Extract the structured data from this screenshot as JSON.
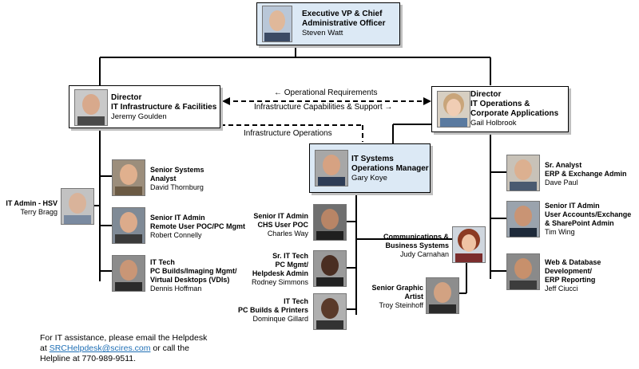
{
  "top": {
    "title1": "Executive VP & Chief",
    "title2": "Administrative Officer",
    "name": "Steven Watt"
  },
  "left_dir": {
    "title1": "Director",
    "title2": "IT Infrastructure & Facilities",
    "name": "Jeremy Goulden"
  },
  "right_dir": {
    "title1": "Director",
    "title2": "IT Operations &",
    "title3": "Corporate Applications",
    "name": "Gail Holbrook"
  },
  "center_mgr": {
    "title1": "IT Systems",
    "title2": "Operations Manager",
    "name": "Gary Koye"
  },
  "arrows": {
    "op_req": "← Operational Requirements",
    "infra_cap": "Infrastructure Capabilities & Support →",
    "infra_ops": "Infrastructure  Operations"
  },
  "left_staff": [
    {
      "t1": "Senior Systems",
      "t2": "Analyst",
      "t3": "",
      "name": "David Thornburg"
    },
    {
      "t1": "Senior IT Admin",
      "t2": "Remote User POC/PC Mgmt",
      "t3": "",
      "name": "Robert Connelly"
    },
    {
      "t1": "IT Tech",
      "t2": "PC Builds/Imaging Mgmt/",
      "t3": "Virtual Desktops (VDIs)",
      "name": "Dennis Hoffman"
    }
  ],
  "hsv": {
    "title": "IT Admin - HSV",
    "name": "Terry Bragg"
  },
  "center_staff": [
    {
      "t1": "Senior IT Admin",
      "t2": "CHS User POC",
      "t3": "",
      "name": "Charles Way"
    },
    {
      "t1": "Sr. IT Tech",
      "t2": "PC Mgmt/",
      "t3": "Helpdesk Admin",
      "name": "Rodney Simmons"
    },
    {
      "t1": "IT Tech",
      "t2": "PC Builds & Printers",
      "t3": "",
      "name": "Dominque  Gillard"
    }
  ],
  "comm": {
    "t1": "Communications &",
    "t2": "Business Systems",
    "name": "Judy Carnahan"
  },
  "graphic": {
    "t1": "Senior Graphic",
    "t2": "Artist",
    "name": "Troy Steinhoff"
  },
  "right_staff": [
    {
      "t1": "Sr. Analyst",
      "t2": "ERP  & Exchange Admin",
      "t3": "",
      "name": "Dave Paul"
    },
    {
      "t1": "Senior IT Admin",
      "t2": "User Accounts/Exchange",
      "t3": "& SharePoint Admin",
      "name": "Tim Wing"
    },
    {
      "t1": "Web & Database",
      "t2": "Development/",
      "t3": "ERP  Reporting",
      "name": "Jeff Ciucci"
    }
  ],
  "footer": {
    "line1": "For IT assistance, please email the Helpdesk",
    "at": "at ",
    "email": "SRCHelpdesk@scires.com",
    "line2_rest": " or call the",
    "line3": "Helpline  at 770-989-9511."
  },
  "colors": {
    "box_blue": "#dce9f5",
    "shadow": "#bfbfbf",
    "link": "#1f6fb5"
  }
}
